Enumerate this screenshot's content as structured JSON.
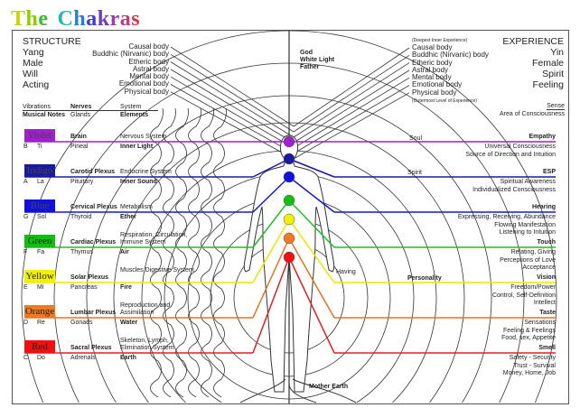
{
  "title": {
    "letters": [
      "T",
      "h",
      "e",
      " ",
      "C",
      "h",
      "a",
      "k",
      "r",
      "a",
      "s"
    ],
    "colors": [
      "#c8d400",
      "#8fcc00",
      "#3cb83c",
      "#fff",
      "#2ab5b5",
      "#2a7fc8",
      "#3c3cc8",
      "#6a3cc8",
      "#9a3cb0",
      "#c03c80",
      "#d03c3c"
    ]
  },
  "left": {
    "heading": [
      "STRUCTURE",
      "Yang",
      "Male",
      "Will",
      "Acting"
    ],
    "bodies": [
      "Causal body",
      "Buddhic (Nirvanic) body",
      "Etheric body",
      "Astral body",
      "Mental body",
      "Emotional body",
      "Physical body"
    ],
    "col_headers": {
      "vibrations": "Vibrations",
      "nerves": "Nerves",
      "system": "System",
      "notes": "Musical Notes",
      "glands": "Glands",
      "elements": "Elements"
    }
  },
  "right": {
    "heading": [
      "EXPERIENCE",
      "Yin",
      "Female",
      "Spirit",
      "Feeling"
    ],
    "deepest": "(Deepest Inner Experience)",
    "outermost": "(Outermost Level of Experience)",
    "bodies": [
      "Causal body",
      "Buddhic (Nirvanic) body",
      "Etheric body",
      "Astral body",
      "Mental body",
      "Emotional body",
      "Physical body"
    ],
    "sense_header": "Sense",
    "area_header": "Area of Consciousness"
  },
  "center": {
    "god": "God",
    "white_light": "White Light",
    "father": "Father",
    "soul": "Soul",
    "spirit": "Spirit",
    "personality": "Personality",
    "having": "Having",
    "mother_earth": "Mother Earth"
  },
  "chakras": [
    {
      "color_name": "Violet",
      "color": "#a020d0",
      "line": "#a020c0",
      "note": "B",
      "solfege": "Ti",
      "nerve": "Brain",
      "gland": "Pineal",
      "system": "Nervous System",
      "element": "Inner Light",
      "sense": "Empathy",
      "area": [
        "Universal Consciousness",
        "Source of Direction and Intuition"
      ]
    },
    {
      "color_name": "Indigo",
      "color": "#1a1aa0",
      "line": "#1a1aa0",
      "note": "A",
      "solfege": "La",
      "nerve": "Carotid Plexus",
      "gland": "Pituitary",
      "system": "Endocrine System",
      "element": "Inner Sound",
      "sense": "ESP",
      "area": [
        "Spiritual Awareness",
        "Individualized Consciousness"
      ]
    },
    {
      "color_name": "Blue",
      "color": "#1010e0",
      "line": "#1818d0",
      "note": "G",
      "solfege": "Sol",
      "nerve": "Cervical Plexus",
      "gland": "Thyroid",
      "system": "Metabolism",
      "element": "Ether",
      "sense": "Hearing",
      "area": [
        "Expressing, Receiving, Abundance",
        "Flowing Manifestation",
        "Listening to Intuition"
      ]
    },
    {
      "color_name": "Green",
      "color": "#10c010",
      "line": "#20c020",
      "note": "F",
      "solfege": "Fa",
      "nerve": "Cardiac Plexus",
      "gland": "Thymus",
      "system": "Respiration, Circulation, Immune System",
      "element": "Air",
      "sense": "Touch",
      "area": [
        "Relating, Giving",
        "Perceptions of Love",
        "Acceptance"
      ]
    },
    {
      "color_name": "Yellow",
      "color": "#f0f000",
      "line": "#e8e800",
      "note": "E",
      "solfege": "Mi",
      "nerve": "Solar Plexus",
      "gland": "Pancreas",
      "system": "Muscles Digestive System",
      "element": "Fire",
      "sense": "Vision",
      "area": [
        "Freedom/Power",
        "Control, Self-Definition",
        "Intellect"
      ]
    },
    {
      "color_name": "Orange",
      "color": "#f07a20",
      "line": "#e87020",
      "note": "D",
      "solfege": "Re",
      "nerve": "Lumbar Plexus",
      "gland": "Gonads",
      "system": "Reproduction and Assimilation",
      "element": "Water",
      "sense": "Taste",
      "area": [
        "Sensations",
        "Feeling & Feelings",
        "Food, sex, Appetite"
      ]
    },
    {
      "color_name": "Red",
      "color": "#f01010",
      "line": "#e02020",
      "note": "C",
      "solfege": "Do",
      "nerve": "Sacral Plexus",
      "gland": "Adrenals",
      "system": "Skeleton, Lymph, Elimination System",
      "element": "Earth",
      "sense": "Smell",
      "area": [
        "Safety - Security",
        "Trust - Survival",
        "Money, Home, Job"
      ]
    }
  ]
}
